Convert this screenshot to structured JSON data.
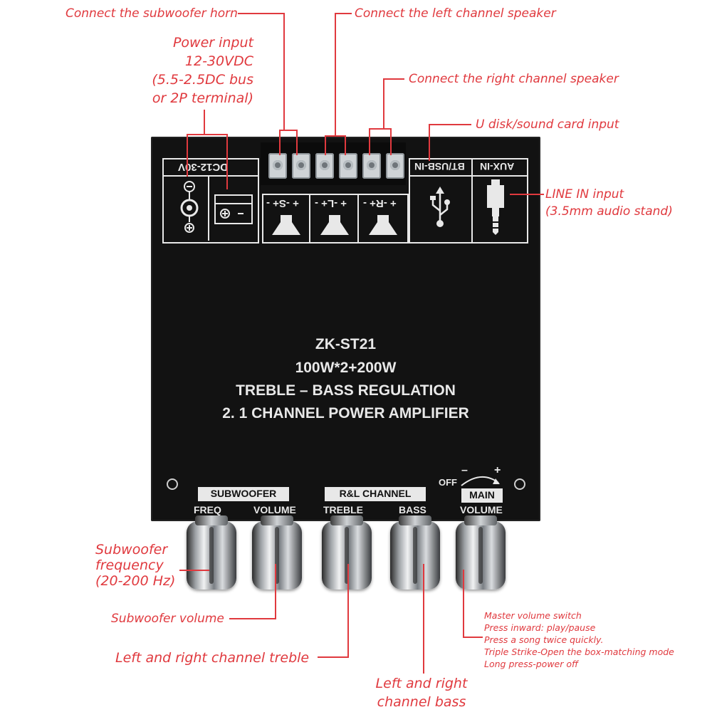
{
  "callouts": {
    "sub_horn": "Connect the subwoofer horn",
    "left_speaker": "Connect the left channel speaker",
    "right_speaker": "Connect the right channel speaker",
    "power_1": "Power input",
    "power_2": "12-30VDC",
    "power_3": "(5.5-2.5DC bus",
    "power_4": "or 2P terminal)",
    "udisk": "U disk/sound card input",
    "linein_1": "LINE IN input",
    "linein_2": "(3.5mm audio stand)",
    "sub_freq_1": "Subwoofer",
    "sub_freq_2": "frequency",
    "sub_freq_3": "(20-200 Hz)",
    "sub_vol": "Subwoofer volume",
    "treble": "Left and right channel treble",
    "bass_1": "Left and right",
    "bass_2": "channel bass",
    "master_1": "Master volume switch",
    "master_2": "Press inward: play/pause",
    "master_3": "Press a song twice quickly.",
    "master_4": "Triple Strike-Open the box-matching mode",
    "master_5": "Long press-power off"
  },
  "board": {
    "dc_label": "DC12-30V",
    "bt_label": "BT/USB-IN",
    "aux_label": "AUX-IN",
    "s_label": "+ -S+ -",
    "l_label": "+ -L+ -",
    "r_label": "+ -R+ -",
    "model": "ZK-ST21",
    "power": "100W*2+200W",
    "line3": "TREBLE – BASS REGULATION",
    "line4": "2. 1 CHANNEL POWER AMPLIFIER",
    "sub_header": "SUBWOOFER",
    "sub_freq": "FREQ",
    "sub_volume": "VOLUME",
    "rl_header": "R&L CHANNEL",
    "treble": "TREBLE",
    "bass": "BASS",
    "off": "OFF",
    "minus": "–",
    "plus": "+",
    "main_header": "MAIN",
    "main_volume": "VOLUME"
  },
  "colors": {
    "callout": "#e0393e",
    "board": "#121212",
    "silkscreen": "#e8e8e8"
  }
}
